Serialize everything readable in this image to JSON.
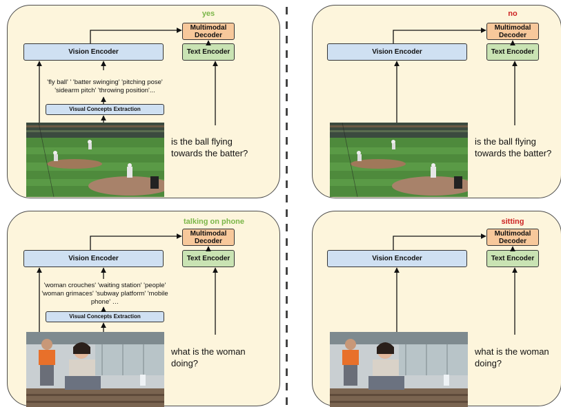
{
  "labels": {
    "vision_encoder": "Vision Encoder",
    "text_encoder": "Text Encoder",
    "multimodal_decoder": "Multimodal Decoder",
    "visual_concepts_extraction": "Visual Concepts Extraction"
  },
  "panels": [
    {
      "answer": "yes",
      "answer_color": "#7ab648",
      "concepts": "'fly ball' ' 'batter swinging' 'pitching pose' 'sidearm pitch' 'throwing position'...",
      "question": "is the ball flying towards the batter?",
      "image": "baseball-game-photo"
    },
    {
      "answer": "no",
      "answer_color": "#cc2222",
      "question": "is the ball flying towards the batter?",
      "image": "baseball-game-photo"
    },
    {
      "answer": "talking on phone",
      "answer_color": "#7ab648",
      "concepts": "'woman crouches' 'waiting station' 'people' 'woman grimaces' 'subway platform' 'mobile phone' …",
      "question": "what is the woman doing?",
      "image": "woman-on-steps-photo"
    },
    {
      "answer": "sitting",
      "answer_color": "#cc2222",
      "question": "what is the woman doing?",
      "image": "woman-on-steps-photo"
    }
  ]
}
